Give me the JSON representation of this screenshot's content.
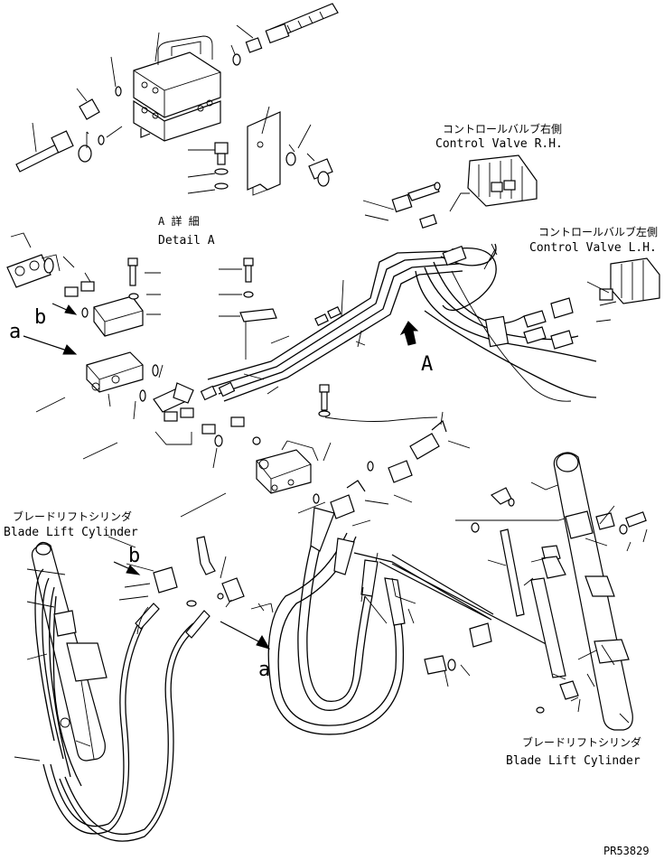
{
  "labels": {
    "control_valve_rh_jp": "コントロールバルブ右側",
    "control_valve_rh_en": "Control Valve R.H.",
    "control_valve_lh_jp": "コントロールバルブ左側",
    "control_valve_lh_en": "Control Valve L.H.",
    "detail_a_jp": "A 詳 細",
    "detail_a_en": "Detail A",
    "blade_lift_left_jp": "ブレードリフトシリンダ",
    "blade_lift_left_en": "Blade  Lift Cylinder",
    "blade_lift_right_jp": "ブレードリフトシリンダ",
    "blade_lift_right_en": "Blade  Lift Cylinder",
    "view_a": "A",
    "ref_a_top": "a",
    "ref_b_top": "b",
    "ref_b_bottom": "b",
    "ref_a_bottom": "a",
    "drawing_code": "PR53829"
  }
}
